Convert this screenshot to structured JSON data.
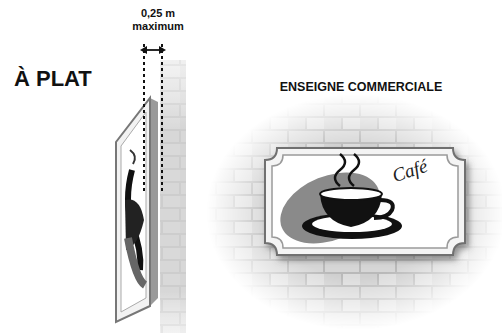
{
  "diagram": {
    "nodes": [
      {
        "text": [
          "Café"
        ]
      }
    ],
    "labels": [
      "À PLAT",
      "0,25 m maximum",
      "ENSEIGNE COMMERCIALE"
    ]
  }
}
